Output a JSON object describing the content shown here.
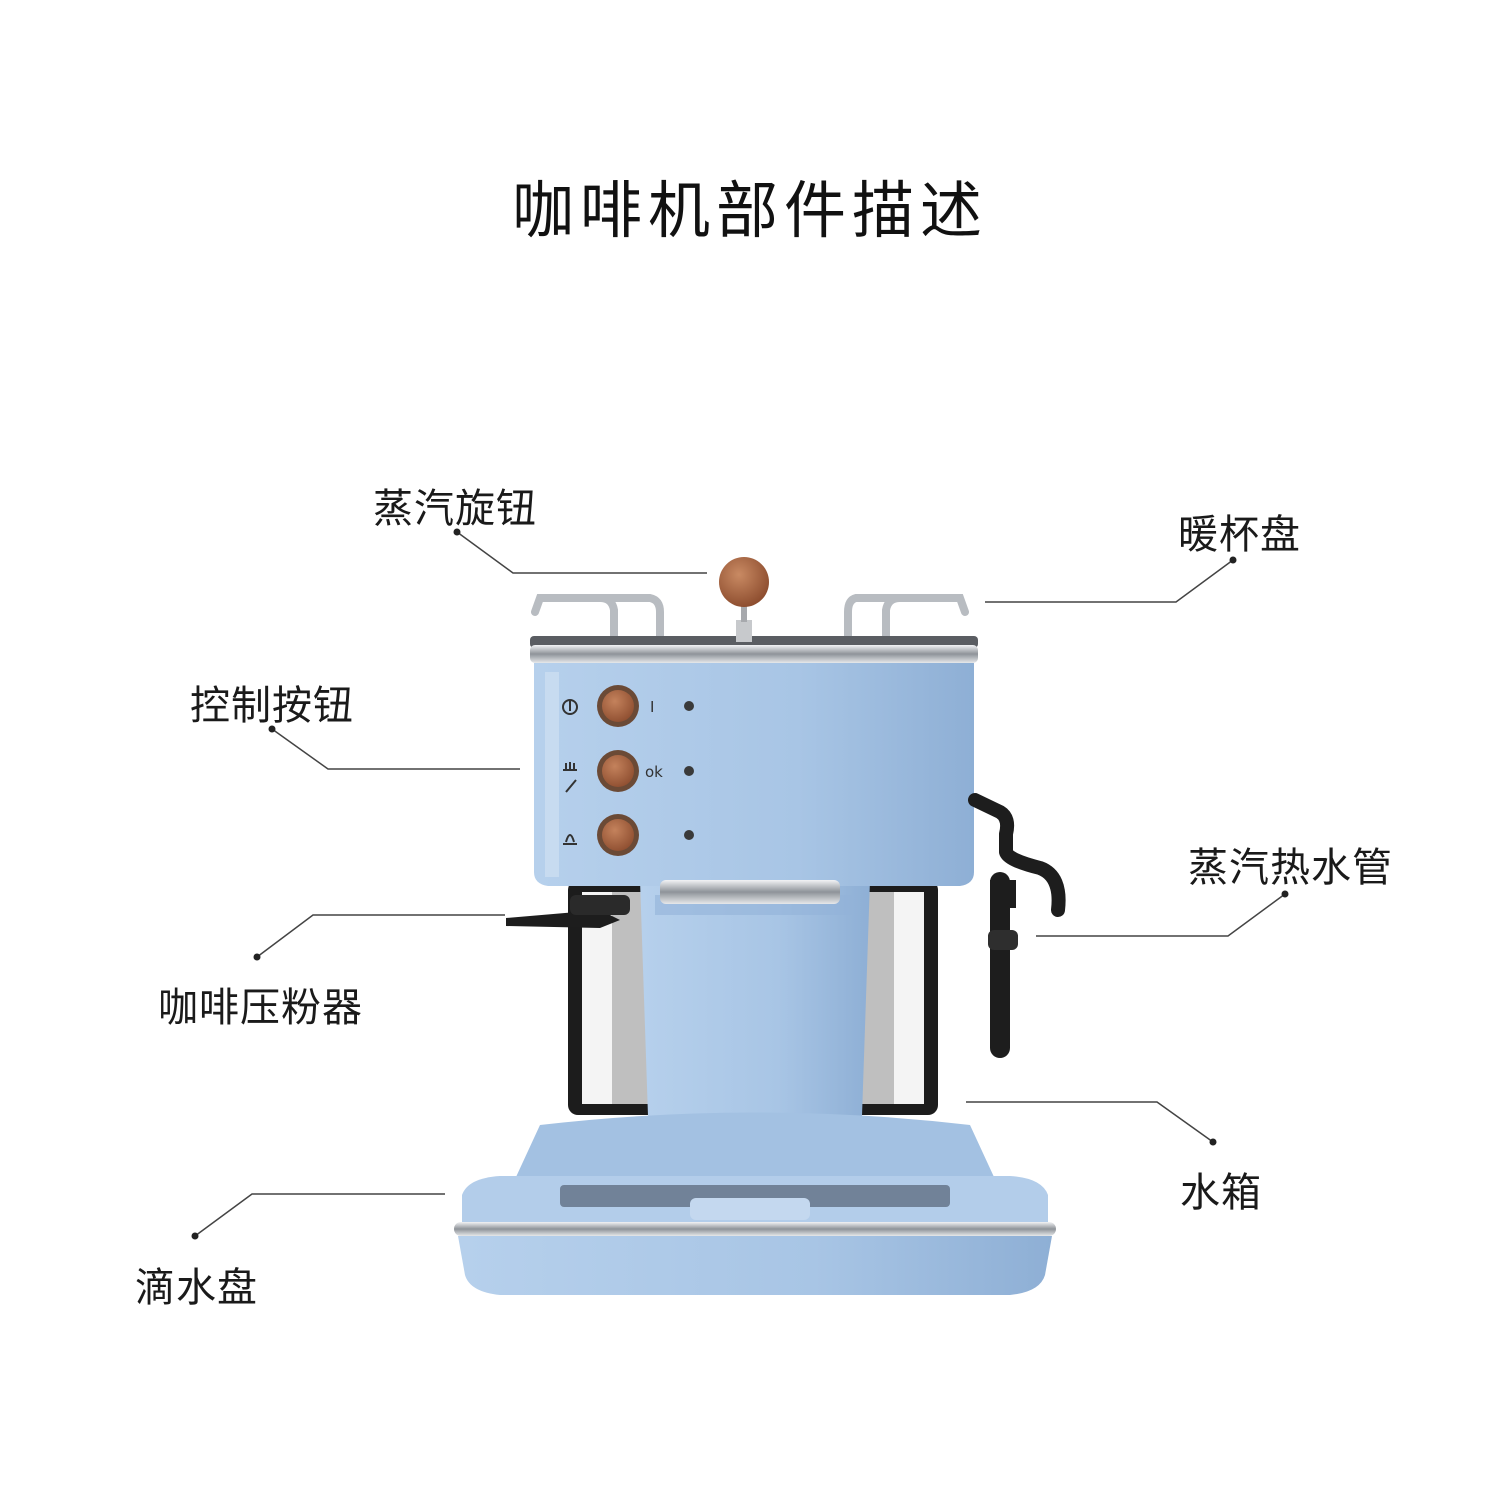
{
  "title": "咖啡机部件描述",
  "labels": {
    "steam_knob": "蒸汽旋钮",
    "cup_warmer": "暖杯盘",
    "control_buttons": "控制按钮",
    "steam_wand": "蒸汽热水管",
    "tamper": "咖啡压粉器",
    "water_tank": "水箱",
    "drip_tray": "滴水盘"
  },
  "button_marks": {
    "power_on": "I",
    "ok": "ok"
  },
  "colors": {
    "body": "#a9c6e6",
    "body_shade": "#8fb0d6",
    "chrome": "#c9ccd0",
    "knob": "#a2613f",
    "dark": "#1d1d1d",
    "leader": "#444444"
  },
  "icons": [
    "power-icon",
    "coffee-steam-icon",
    "steam-icon"
  ]
}
